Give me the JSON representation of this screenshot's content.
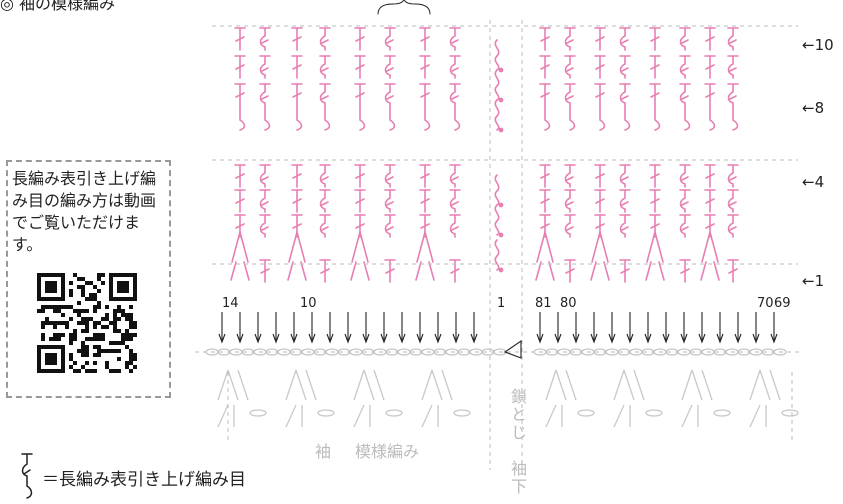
{
  "header": {
    "title_partial": "◎ 袖の模様編み"
  },
  "qr_box": {
    "text": "長編み表引き上げ編み目の編み方は動画でご覧いただけます。"
  },
  "row_labels": {
    "r10": "←10",
    "r8": "←8",
    "r4": "←4",
    "r1": "←1"
  },
  "stitch_numbers": {
    "n14": "14",
    "n10": "10",
    "n1": "1",
    "n81": "81",
    "n80": "80",
    "n70": "70",
    "n69": "69"
  },
  "section_labels": {
    "sleeve": "袖",
    "pattern": "模様編み",
    "chain_join": "鎖とじ",
    "underarm": "袖下"
  },
  "legend": {
    "text": "＝長編み表引き上げ編み目"
  },
  "colors": {
    "stitch": "#e87fb3",
    "gray": "#c8c8c8",
    "text": "#222222",
    "border": "#999999"
  }
}
